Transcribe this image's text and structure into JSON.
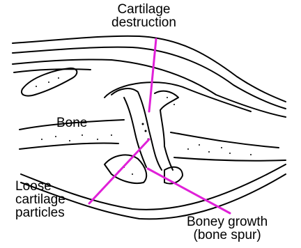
{
  "diagram": {
    "labels": {
      "cartilage_destruction": [
        "Cartilage",
        "destruction"
      ],
      "bone": "Bone",
      "loose_cartilage_particles": [
        "Loose",
        "cartilage",
        "particles"
      ],
      "boney_growth": [
        "Boney growth",
        "(bone spur)"
      ]
    },
    "colors": {
      "leader_lines": "#e020d8",
      "ink": "#000000",
      "background": "#ffffff"
    }
  }
}
